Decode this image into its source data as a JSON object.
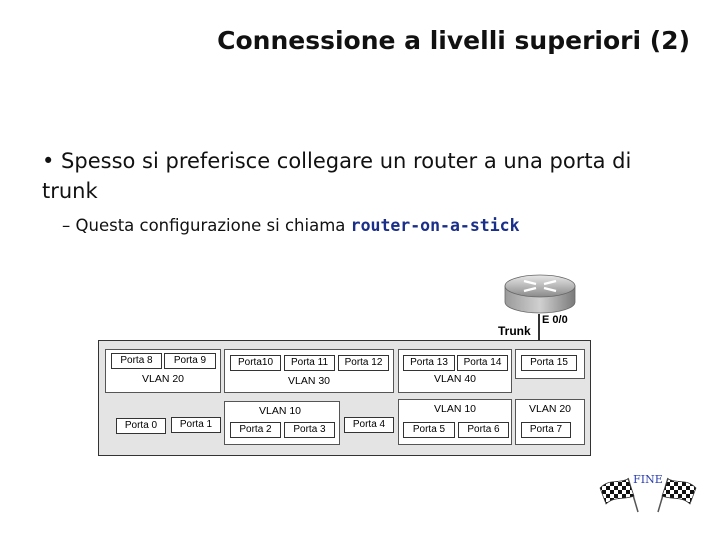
{
  "slide": {
    "title": "Connessione a livelli superiori (2)",
    "bullet1": "• Spesso si preferisce collegare un router a una porta di trunk",
    "bullet2_prefix": "– Questa configurazione si chiama ",
    "bullet2_highlight": "router-on-a-stick"
  },
  "diagram": {
    "trunk_label": "Trunk",
    "router_port_label": "E 0/0",
    "top_row": {
      "group1": {
        "ports": [
          "Porta 8",
          "Porta 9"
        ],
        "vlan": "VLAN 20"
      },
      "group2": {
        "ports": [
          "Porta10",
          "Porta 11",
          "Porta 12"
        ],
        "vlan": "VLAN 30"
      },
      "group3": {
        "ports": [
          "Porta 13",
          "Porta 14"
        ],
        "vlan": "VLAN 40"
      },
      "group4": {
        "ports": [
          "Porta 15"
        ]
      }
    },
    "bottom_row": {
      "loose": [
        "Porta 0",
        "Porta 1"
      ],
      "group5": {
        "vlan": "VLAN 10",
        "ports": [
          "Porta 2",
          "Porta 3"
        ]
      },
      "loose2": [
        "Porta 4"
      ],
      "group6": {
        "vlan": "VLAN 10",
        "ports": [
          "Porta 5",
          "Porta 6"
        ]
      },
      "group7": {
        "vlan": "VLAN 20",
        "ports": [
          "Porta 7"
        ]
      }
    }
  },
  "footer": {
    "fine_label": "FINE"
  },
  "colors": {
    "highlight": "#1a2f8a",
    "fine": "#2a3fb0"
  }
}
